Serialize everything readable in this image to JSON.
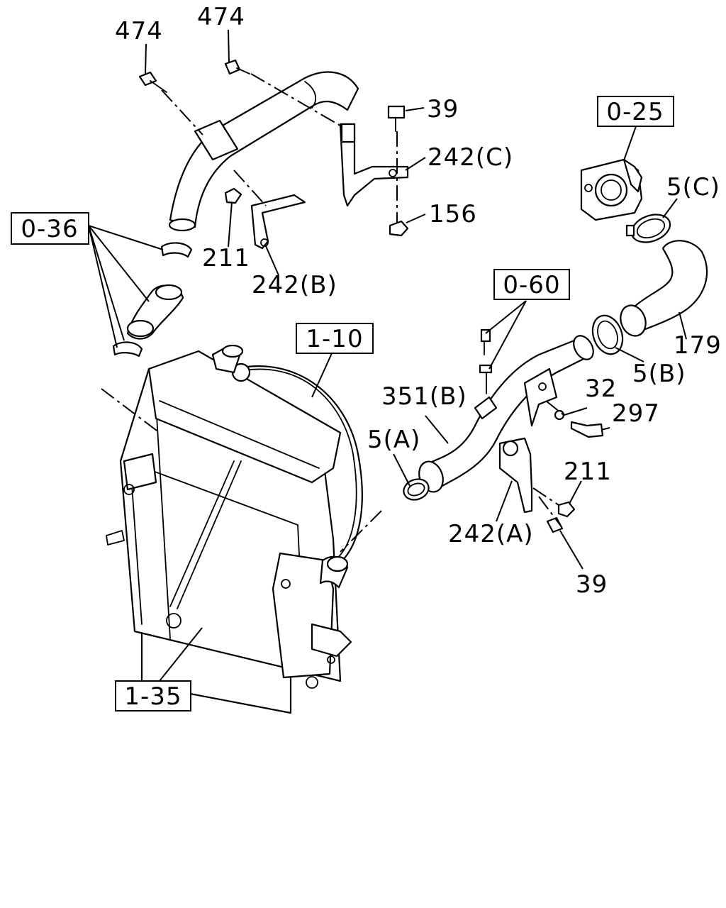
{
  "diagram": {
    "labels": {
      "l474_left": "474",
      "l474_top": "474",
      "l39_top": "39",
      "l242c": "242(C)",
      "l156": "156",
      "l211_left": "211",
      "l242b": "242(B)",
      "l5c": "5(C)",
      "l179": "179",
      "l5b": "5(B)",
      "l351b": "351(B)",
      "l5a": "5(A)",
      "l32": "32",
      "l297": "297",
      "l211_right": "211",
      "l242a": "242(A)",
      "l39_bottom": "39"
    },
    "ref_boxes": {
      "r036": "0-36",
      "r110": "1-10",
      "r060": "0-60",
      "r025": "0-25",
      "r135": "1-35"
    }
  }
}
